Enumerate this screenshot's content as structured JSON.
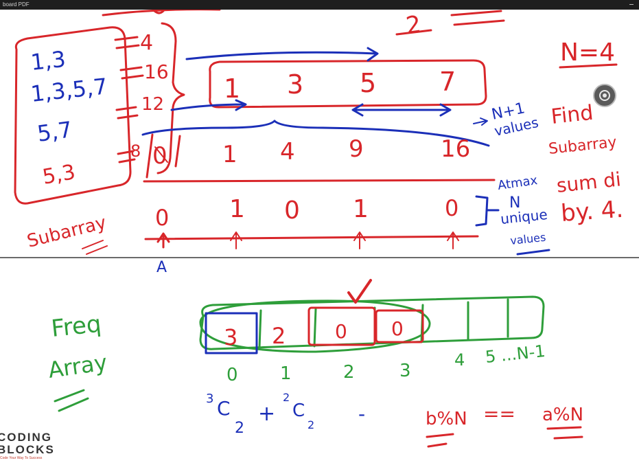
{
  "window": {
    "title": "board PDF"
  },
  "brand": {
    "line1": "CODING",
    "line2": "BLOCKS",
    "tagline": "Code Your Way To Success"
  },
  "colors": {
    "red": "#d8262a",
    "blue": "#1b2fb8",
    "green": "#2e9e3a",
    "titlebar": "#1e1e1e"
  },
  "top": {
    "n_equals": "N=4",
    "scribble_top": "2",
    "subarrays": [
      "1,3",
      "1,3,5,7",
      "5,7",
      "5,3"
    ],
    "sums": [
      "4",
      "16",
      "12",
      "8"
    ],
    "array": [
      "1",
      "3",
      "5",
      "7"
    ],
    "prefix": [
      "0",
      "1",
      "4",
      "9",
      "16"
    ],
    "n_plus_1": "N+1",
    "values": "values",
    "mods": [
      "0",
      "1",
      "0",
      "1",
      "0"
    ],
    "atmost_1": "Atmax",
    "atmost_2": "N",
    "atmost_3": "unique",
    "atmost_4": "values",
    "find_1": "Find",
    "find_2": "Subarray",
    "find_3": "sum di",
    "find_4": "by. 4.",
    "subarray_label": "Subarray",
    "pointer": "A"
  },
  "bottom": {
    "freq": "Freq",
    "array": "Array",
    "cells": [
      "3",
      "2",
      "0",
      "0",
      "",
      ""
    ],
    "indices": [
      "0",
      "1",
      "2",
      "3",
      "4",
      "5 ...N-1"
    ],
    "c1_sup": "3",
    "c1_base": "C",
    "c1_sub": "2",
    "plus": "+",
    "c2_sup": "2",
    "c2_base": "C",
    "c2_sub": "2",
    "dash": "-",
    "mod_b": "b%N",
    "eq": "==",
    "mod_a": "a%N"
  }
}
